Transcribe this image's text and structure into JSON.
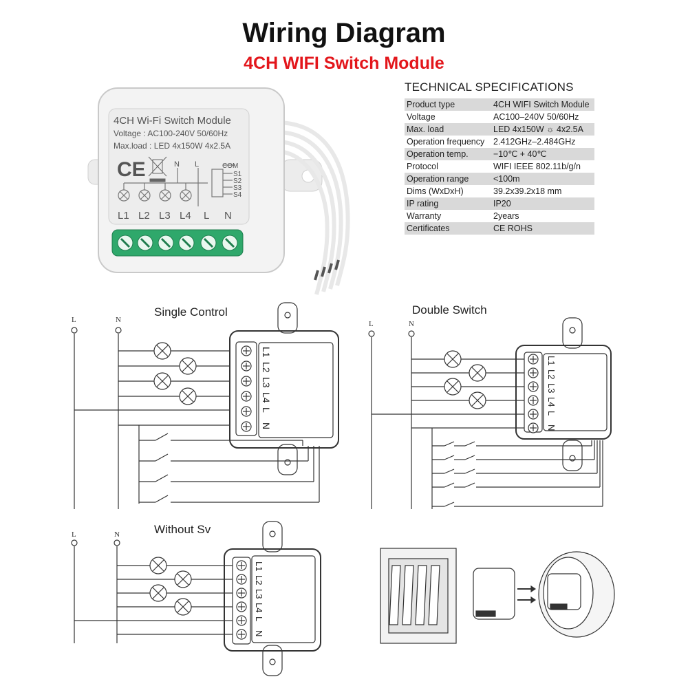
{
  "header": {
    "title": "Wiring Diagram",
    "subtitle": "4CH WIFI Switch Module"
  },
  "module_label": {
    "name": "4CH Wi-Fi Switch Module",
    "voltage": "Voltage : AC100-240V 50/60Hz",
    "maxload": "Max.load : LED 4x150W  4x2.5A",
    "terminals": [
      "L1",
      "L2",
      "L3",
      "L4",
      "L",
      "N"
    ],
    "switch_wires": [
      "COM",
      "S1",
      "S2",
      "S3",
      "S4"
    ],
    "top_terminals": [
      "N",
      "L"
    ]
  },
  "specs": {
    "heading": "TECHNICAL SPECIFICATIONS",
    "rows": [
      {
        "key": "Product type",
        "value": "4CH WIFI Switch Module"
      },
      {
        "key": "Voltage",
        "value": "AC100–240V 50/60Hz"
      },
      {
        "key": "Max. load",
        "value": "LED 4x150W ☼ 4x2.5A"
      },
      {
        "key": "Operation frequency",
        "value": "2.412GHz–2.484GHz"
      },
      {
        "key": "Operation temp.",
        "value": "−10℃ + 40℃"
      },
      {
        "key": "Protocol",
        "value": "WIFI  IEEE 802.11b/g/n"
      },
      {
        "key": "Operation range",
        "value": "<100m"
      },
      {
        "key": "Dims (WxDxH)",
        "value": "39.2x39.2x18 mm"
      },
      {
        "key": "IP rating",
        "value": "IP20"
      },
      {
        "key": "Warranty",
        "value": "2years"
      },
      {
        "key": "Certificates",
        "value": "CE ROHS"
      }
    ]
  },
  "diagrams": {
    "single": "Single Control",
    "double": "Double Switch",
    "without": "Without Sv",
    "line_label": "L",
    "neutral_label": "N",
    "mini_terminals": [
      "L1",
      "L2",
      "L3",
      "L4",
      "L",
      "N"
    ]
  },
  "colors": {
    "title": "#111111",
    "subtitle": "#e3161b",
    "terminal_green": "#2fa86b",
    "table_stripe": "#d9d9d9"
  }
}
